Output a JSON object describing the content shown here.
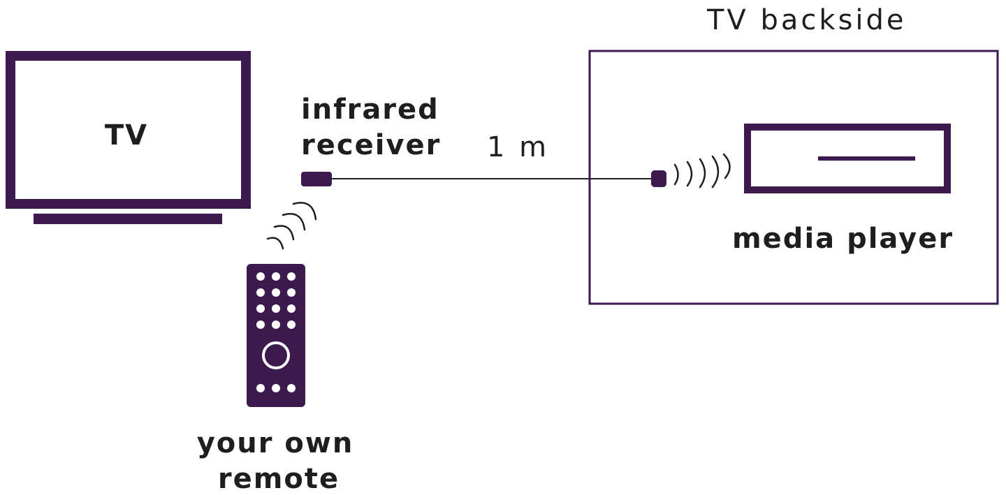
{
  "colors": {
    "primary": "#3d1a4e",
    "text": "#1e1e1e",
    "background": "#ffffff"
  },
  "labels": {
    "tv": "TV",
    "infrared_receiver_line1": "infrared",
    "infrared_receiver_line2": "receiver",
    "cable_length": "1 m",
    "tv_backside": "TV backside",
    "media_player": "media player",
    "remote_line1": "your own",
    "remote_line2": "remote"
  },
  "icons": {
    "tv": "tv-icon",
    "stand": "tv-stand-icon",
    "receiver": "infrared-receiver-icon",
    "remote": "remote-control-icon",
    "media_player": "media-player-icon",
    "signal": "signal-waves-icon"
  }
}
